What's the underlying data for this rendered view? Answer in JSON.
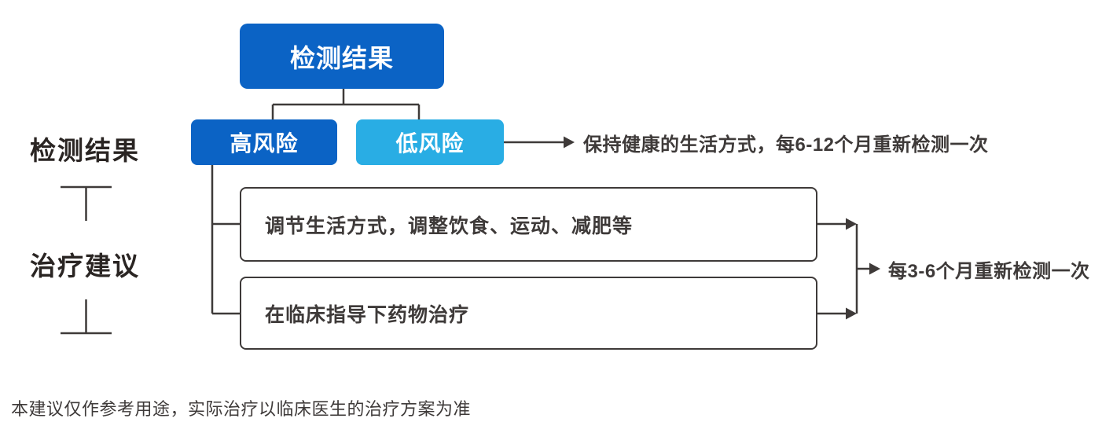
{
  "diagram": {
    "root_label": "检测结果",
    "high_risk_label": "高风险",
    "low_risk_label": "低风险",
    "low_risk_advice": "保持健康的生活方式，每6-12个月重新检测一次",
    "treatments": [
      {
        "label": "调节生活方式，调整饮食、运动、减肥等"
      },
      {
        "label": "在临床指导下药物治疗"
      }
    ],
    "followup_advice": "每3-6个月重新检测一次",
    "row_labels": {
      "results": "检测结果",
      "treatment": "治疗建议"
    },
    "disclaimer": "本建议仅作参考用途，实际治疗以临床医生的治疗方案为准",
    "colors": {
      "primary_blue": "#0b63c5",
      "light_blue": "#29ade4",
      "line_gray": "#3e3a39",
      "heading_text": "#2a2523"
    }
  }
}
